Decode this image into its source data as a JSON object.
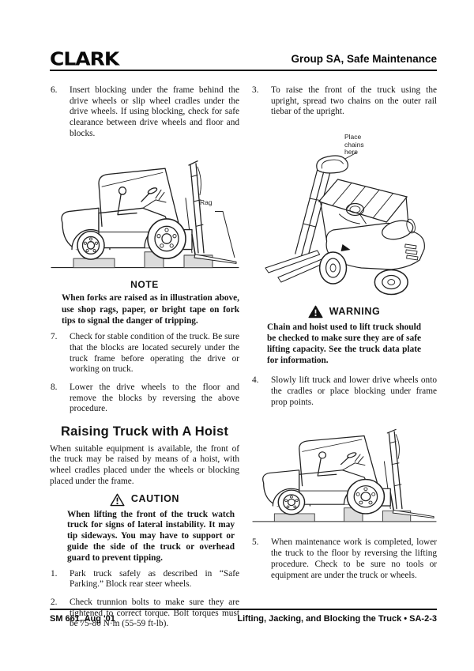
{
  "header": {
    "brand": "CLARK",
    "title": "Group SA, Safe Maintenance"
  },
  "left": {
    "item6": {
      "num": "6.",
      "text": "Insert blocking under the frame behind the  drive wheels or slip wheel cradles under the drive wheels. If using blocking, check for safe clearance between drive wheels and floor and blocks."
    },
    "fig1": {
      "rag_label": "Rag"
    },
    "note": {
      "title": "NOTE",
      "text": "When forks are raised as in illustration above, use shop rags, paper, or bright tape on fork tips to signal the danger of tripping."
    },
    "item7": {
      "num": "7.",
      "text": "Check for stable condition of the truck. Be sure that the blocks are located securely under the truck frame before operating the drive or working on truck."
    },
    "item8": {
      "num": "8.",
      "text": "Lower the drive wheels to the floor and remove the blocks by reversing the above procedure."
    },
    "section_heading": "Raising Truck with A Hoist",
    "intro": "When suitable equipment is available, the front of the truck may be raised by means of a hoist, with wheel cradles placed under the wheels or blocking placed under the frame.",
    "caution": {
      "title": "CAUTION",
      "text": "When lifting the front of the truck watch truck for signs of lateral instability. It may tip sideways. You may have to support or guide the side of the truck or overhead guard to prevent tipping."
    },
    "item1": {
      "num": "1.",
      "text": "Park truck safely as described in “Safe Parking.” Block rear steer wheels."
    },
    "item2": {
      "num": "2.",
      "text": "Check trunnion bolts to make sure they are tightened to correct torque. Bolt torques must be 75-80 N·m (55-59 ft-lb)."
    }
  },
  "right": {
    "item3": {
      "num": "3.",
      "text": "To raise the front of the truck using the  upright, spread two chains on the outer rail tiebar of the upright."
    },
    "fig2": {
      "label": "Place chains here"
    },
    "warning": {
      "title": "WARNING",
      "text": "Chain and hoist used to lift truck should be checked to make sure they are of safe lifting capacity. See the truck data plate for information."
    },
    "item4": {
      "num": "4.",
      "text": "Slowly lift truck and lower drive wheels onto the cradles or place blocking under frame prop points."
    },
    "item5": {
      "num": "5.",
      "text": "When maintenance work is completed, lower the truck to the floor by reversing the lifting procedure. Check to be sure no tools or equipment are under the truck or wheels."
    }
  },
  "footer": {
    "left": "SM 661, Aug '01",
    "right": "Lifting, Jacking, and Blocking the Truck • SA-2-3"
  },
  "colors": {
    "ink": "#141414",
    "block_fill": "#dcdcdc"
  }
}
